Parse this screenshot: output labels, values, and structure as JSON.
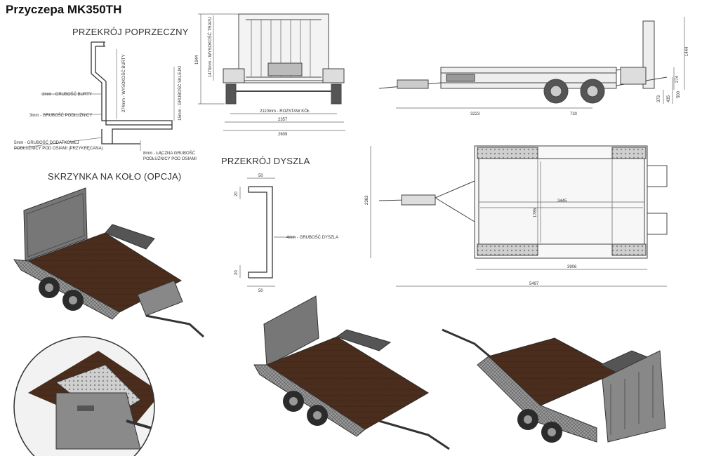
{
  "title": "Przyczepa MK350TH",
  "sections": {
    "cross_section": "PRZEKRÓJ POPRZECZNY",
    "drawbar_section": "PRZEKRÓJ DYSZLA",
    "wheel_box": "SKRZYNKA NA KOŁO (OPCJA)"
  },
  "cross_labels": {
    "side_thickness": "2mm - GRUBOŚĆ BURTY",
    "side_height": "274mm - WYSOKOŚĆ BURTY",
    "stringer_thickness": "3mm - GRUBOŚĆ PODŁUŻNICY",
    "plywood_thickness": "15mm - GRUBOŚĆ SKLEJKI",
    "extra_thickness_1": "5mm - GRUBOŚĆ DODATKOWEJ",
    "extra_thickness_2": "PODŁUŻNICY POD OSIAMI (PRZYKRĘCANA)",
    "total_thickness_1": "8mm - ŁĄCZNA GRUBOŚĆ",
    "total_thickness_2": "PODŁUŻNICY POD OSIAMI"
  },
  "front_view": {
    "h_total": "1944",
    "h_ramp": "1470mm - WYSOKOŚĆ TRAPU",
    "track": "2110mm - ROZSTAW KÓŁ",
    "w_inner": "2357",
    "w_outer": "2609"
  },
  "side_view": {
    "h_ramp": "1444",
    "h_side": "274",
    "h_wheel": "373",
    "h_deck": "435",
    "h_ramp_base": "500",
    "l_front": "3223",
    "l_axles": "730"
  },
  "top_view": {
    "w_total": "2363",
    "w_inner": "1785",
    "l_inner": "3445",
    "l_box": "3906",
    "l_total": "5497"
  },
  "drawbar": {
    "w_top": "50",
    "w_bottom": "50",
    "flange_top": "20",
    "flange_bottom": "20",
    "thickness": "4mm - GRUBOŚĆ DYSZLA"
  },
  "colors": {
    "deck": "#4a2d1c",
    "frame": "#3a3a3a",
    "line": "#555555"
  }
}
